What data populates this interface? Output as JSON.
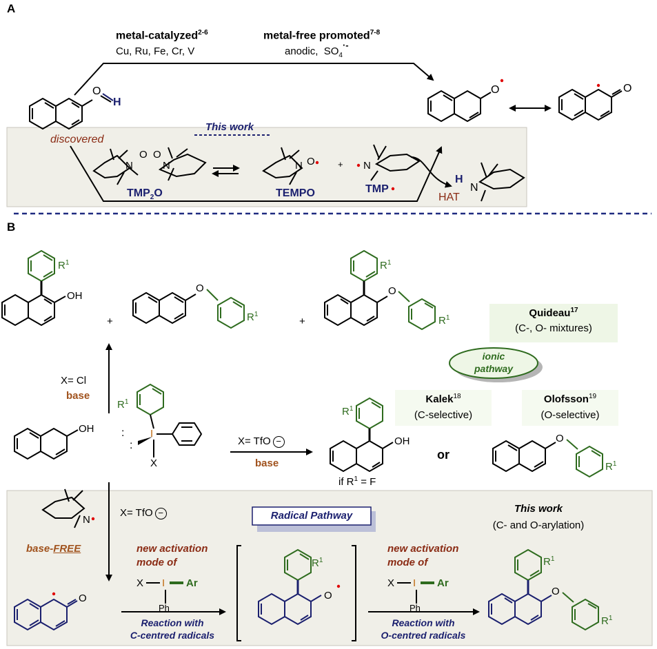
{
  "panelA": {
    "label": "A",
    "metal_catalyzed": "metal-catalyzed",
    "metal_catalyzed_refs": "2-6",
    "metals": "Cu, Ru, Fe, Cr, V",
    "metal_free": "metal-free promoted",
    "metal_free_refs": "7-8",
    "anodic": "anodic,",
    "so4": "SO",
    "so4_sub": "4",
    "oh_o": "O",
    "oh_h": "H",
    "radical_o": "O",
    "keto_o": "O",
    "discovered": "discovered",
    "this_work": "This work",
    "tmp2o_n1": "N",
    "tmp2o_o1": "O",
    "tmp2o_o2": "O",
    "tmp2o_n2": "N",
    "tmp2o_label": "TMP",
    "tmp2o_sub": "2",
    "tmp2o_label_end": "O",
    "tempo_no": "N",
    "tempo_o": "O",
    "tempo_label": "TEMPO",
    "plus": "+",
    "tmp_n": "N",
    "tmp_label": "TMP",
    "hat": "HAT",
    "hn_h": "H",
    "hn_n": "N"
  },
  "panelB": {
    "label": "B",
    "oh1": "OH",
    "r1_sup": "1",
    "r": "R",
    "plus1": "+",
    "plus2": "+",
    "o1": "O",
    "o2": "O",
    "quideau": "Quideau",
    "quideau_ref": "17",
    "quideau_note": "(C-, O- mixtures)",
    "ionic1": "ionic",
    "ionic2": "pathway",
    "x_cl": "X= Cl",
    "base1": "base",
    "oh2": "OH",
    "iodine": "I",
    "x_lbl": "X",
    "x_tfo": "X= TfO",
    "base2": "base",
    "kalek": "Kalek",
    "kalek_ref": "18",
    "kalek_note": "(C-selective)",
    "olofsson": "Olofsson",
    "olofsson_ref": "19",
    "olofsson_note": "(O-selective)",
    "oh3": "OH",
    "if_r1": "if R",
    "if_r1_end": " = F",
    "or": "or",
    "x_tfo2": "X= TfO",
    "radical_pathway": "Radical Pathway",
    "this_work": "This work",
    "this_work_note": "(C- and O-arylation)",
    "base_free": "base-",
    "base_free_u": "FREE",
    "tmp_n": "N",
    "new_act1": "new activation",
    "mode_of1": "mode of",
    "new_act2": "new activation",
    "mode_of2": "mode of",
    "xi1_x": "X",
    "xi1_i": "I",
    "xi1_ar": "Ar",
    "xi1_ph": "Ph",
    "xi2_x": "X",
    "xi2_i": "I",
    "xi2_ar": "Ar",
    "xi2_ph": "Ph",
    "keto_o": "O",
    "rad_o": "O",
    "prod_o": "O",
    "rxn_c1": "Reaction with",
    "rxn_c2": "C-centred radicals",
    "rxn_o1": "Reaction with",
    "rxn_o2": "O-centred radicals"
  }
}
